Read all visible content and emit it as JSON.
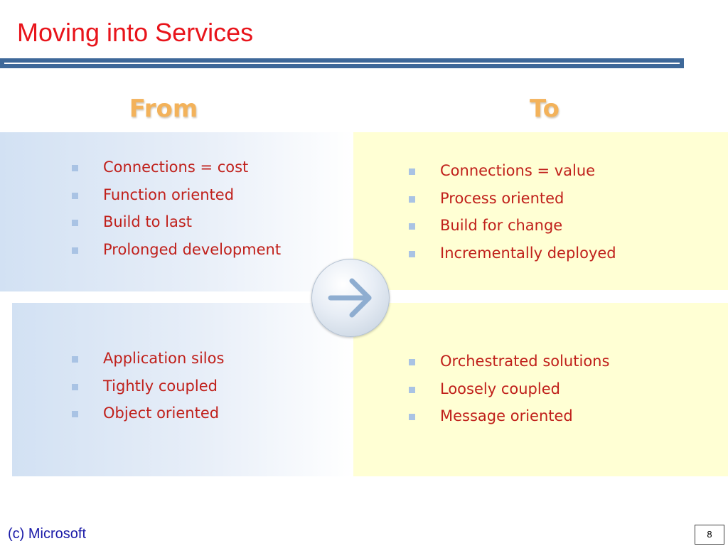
{
  "slide": {
    "title": "Moving into Services",
    "from_heading": "From",
    "to_heading": "To"
  },
  "top_left": {
    "items": [
      "Connections = cost",
      "Function oriented",
      "Build to last",
      "Prolonged development"
    ]
  },
  "top_right": {
    "items": [
      "Connections = value",
      "Process oriented",
      "Build for change",
      "Incrementally deployed"
    ]
  },
  "bottom_left": {
    "items": [
      "Application silos",
      "Tightly coupled",
      "Object oriented"
    ]
  },
  "bottom_right": {
    "items": [
      "Orchestrated solutions",
      "Loosely coupled",
      "Message oriented"
    ]
  },
  "center_icon": "right-arrow-icon",
  "footer": {
    "copyright": "(c) Microsoft",
    "page_number": "8"
  },
  "colors": {
    "title": "#e8141b",
    "rule": "#3e6899",
    "heading": "#f3b25a",
    "item_text": "#c0201b",
    "bullet": "#a9c3e4",
    "from_panel": "#d2e1f3",
    "to_panel": "#ffffd4",
    "footer": "#1a1aa8"
  }
}
